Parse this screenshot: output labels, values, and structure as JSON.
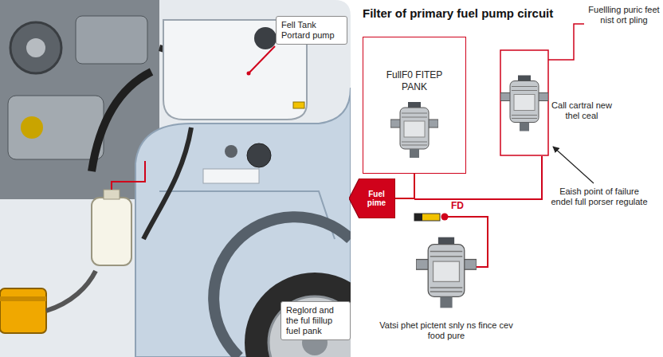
{
  "diagram": {
    "title": "Filter of primary fuel pump circuit",
    "nodes": [
      {
        "text": [
          "Fell Tank Portard pump"
        ]
      },
      {
        "text": [
          "FullF0 FITEP PANK"
        ]
      },
      {
        "text": [
          "Fuel pime"
        ]
      },
      {
        "text": [
          "Reglord and the ful fiillup fuel pank"
        ]
      }
    ],
    "edges": [
      {
        "from": 1,
        "to": 2,
        "arrow": "none"
      }
    ],
    "labels": [
      "Fuellling puric feet nist ort pling",
      "Call cartral new thel ceal",
      "Eaish point of failure endel full porser regulate",
      "FD",
      "Vatsi phet pictent snly ns fince cev food pure"
    ]
  }
}
